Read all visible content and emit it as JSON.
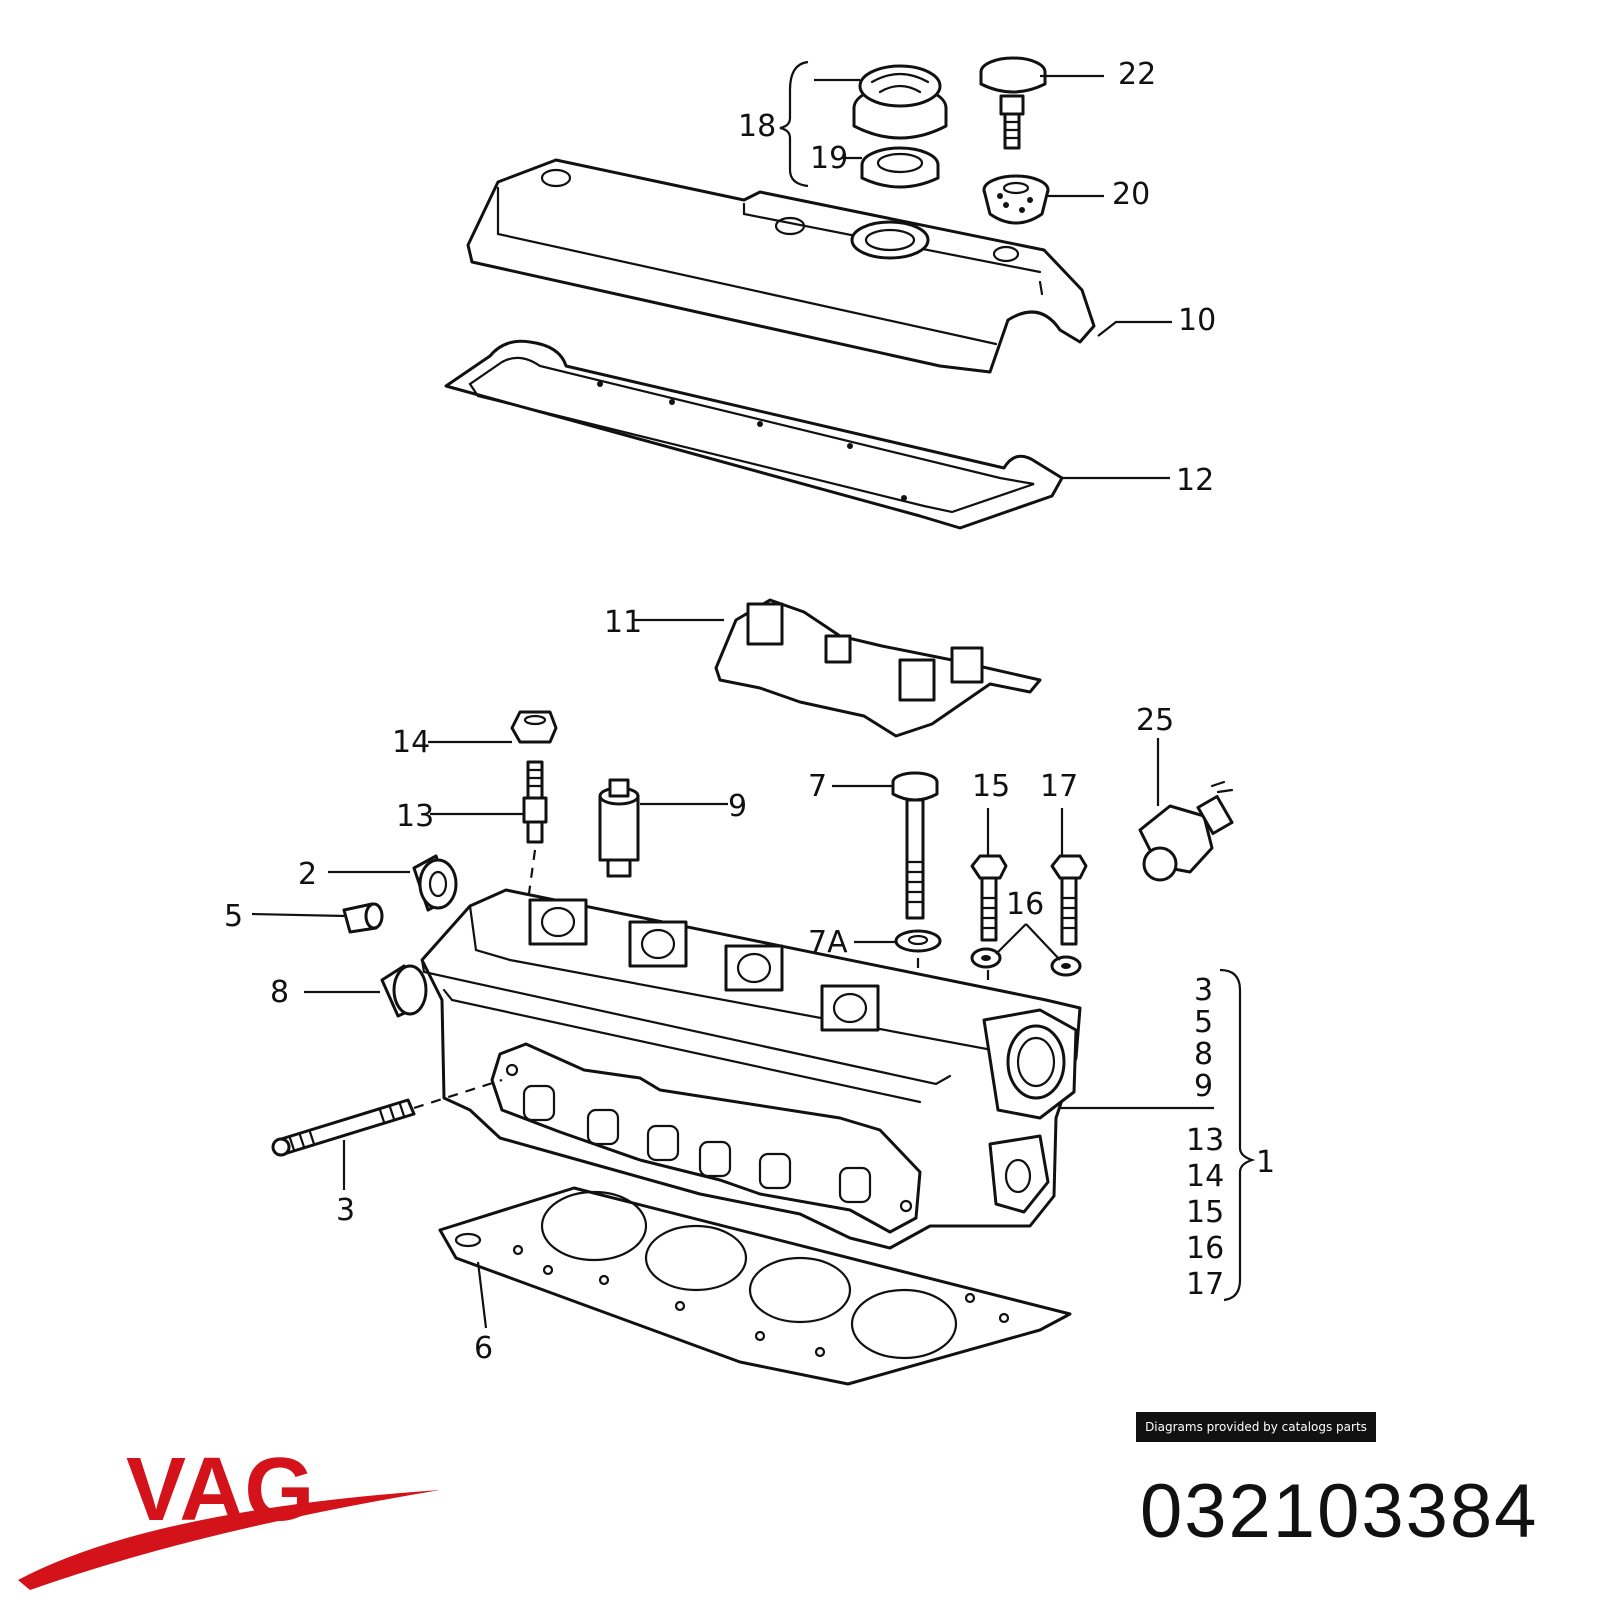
{
  "callouts": [
    "22",
    "18",
    "19",
    "20",
    "10",
    "12",
    "11",
    "14",
    "13",
    "9",
    "7",
    "15",
    "17",
    "25",
    "2",
    "5",
    "7A",
    "16",
    "8",
    "3",
    "6",
    "1"
  ],
  "group_list": [
    "3",
    "5",
    "8",
    "9",
    "13",
    "14",
    "15",
    "16",
    "17"
  ],
  "credit": "Diagrams provided by catalogs parts",
  "part_number": "032103384",
  "brand": "VAG",
  "colors": {
    "brand_red": "#d3121a",
    "ink": "#111111"
  }
}
